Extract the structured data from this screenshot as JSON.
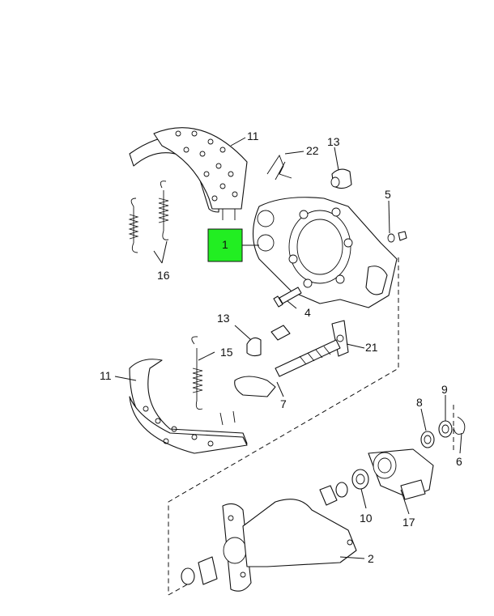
{
  "callouts": {
    "c1": "1",
    "c2": "2",
    "c4": "4",
    "c5": "5",
    "c6": "6",
    "c7": "7",
    "c8": "8",
    "c9": "9",
    "c10": "10",
    "c11a": "11",
    "c11b": "11",
    "c13a": "13",
    "c13b": "13",
    "c15": "15",
    "c16": "16",
    "c17": "17",
    "c21": "21",
    "c22": "22"
  },
  "colors": {
    "highlight": "#22ee22",
    "ink": "#111111",
    "background": "#ffffff"
  }
}
